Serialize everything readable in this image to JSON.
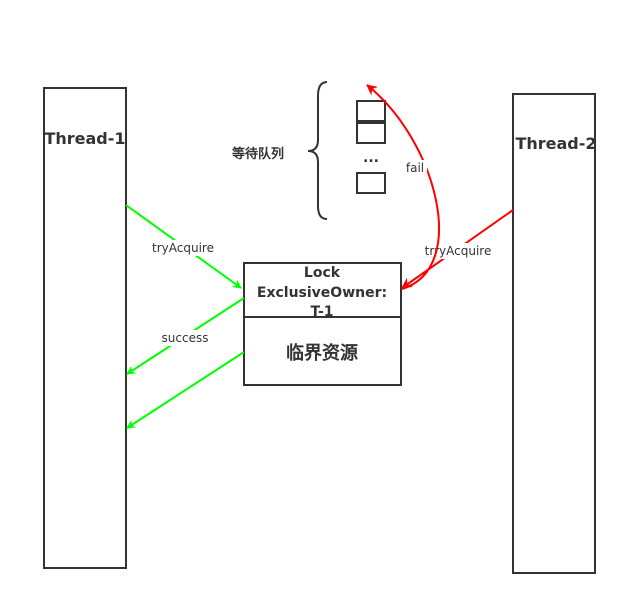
{
  "thread1": {
    "label": "Thread-1"
  },
  "thread2": {
    "label": "Thread-2"
  },
  "queue": {
    "label": "等待队列",
    "ellipsis": "..."
  },
  "lock": {
    "line1": "Lock",
    "line2": "ExclusiveOwner:",
    "line3": "T-1"
  },
  "resource": {
    "label": "临界资源"
  },
  "edges": {
    "t1_try": "tryAcquire",
    "success": "success",
    "t2_try": "trryAcquire",
    "fail": "fail"
  },
  "colors": {
    "green": "#00ff00",
    "red": "#ff0000",
    "stroke": "#333333"
  }
}
